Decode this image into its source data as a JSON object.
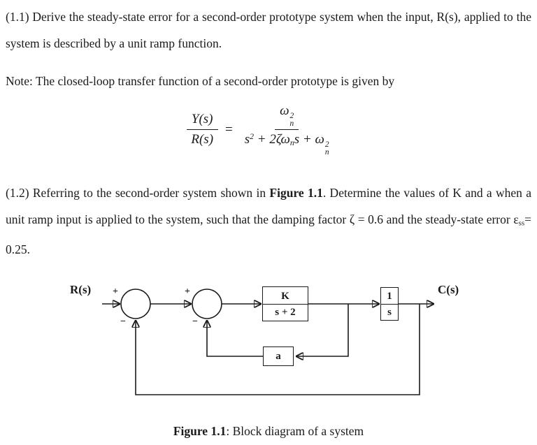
{
  "page": {
    "background": "#ffffff",
    "ink": "#1a1a1a"
  },
  "q11": {
    "text": "(1.1) Derive the steady-state error for a second-order prototype system when the input, R(s), applied to the system is described by a unit ramp function."
  },
  "note": {
    "text": "Note: The closed-loop transfer function of a second-order prototype is given by"
  },
  "formula": {
    "lhs_num": "Y(s)",
    "lhs_den": "R(s)",
    "equals": "=",
    "omega": "ω",
    "sup_2": "2",
    "sub_n": "n",
    "den_s": "s",
    "den_plus_2zw": " + 2ζω",
    "den_s_plus_w": "s + ω"
  },
  "q12": {
    "part1": "(1.2) Referring to the second-order system shown in ",
    "figure_ref": "Figure 1.1",
    "part2": ". Determine the values of K and a when a unit ramp input is applied to the system, such that the damping factor ζ = 0.6 and the steady-state error ",
    "eps": "ε",
    "eps_sub": "ss",
    "part3": "= 0.25."
  },
  "diagram": {
    "input_label": "R(s)",
    "output_label": "C(s)",
    "sum1_plus": "+",
    "sum1_minus": "−",
    "sum2_plus": "+",
    "sum2_minus": "−",
    "block_k": {
      "num": "K",
      "den": "s + 2"
    },
    "block_integrator": {
      "num": "1",
      "den": "s"
    },
    "block_feedback": "a"
  },
  "caption": {
    "bold": "Figure 1.1",
    "rest": ": Block diagram of a system"
  }
}
